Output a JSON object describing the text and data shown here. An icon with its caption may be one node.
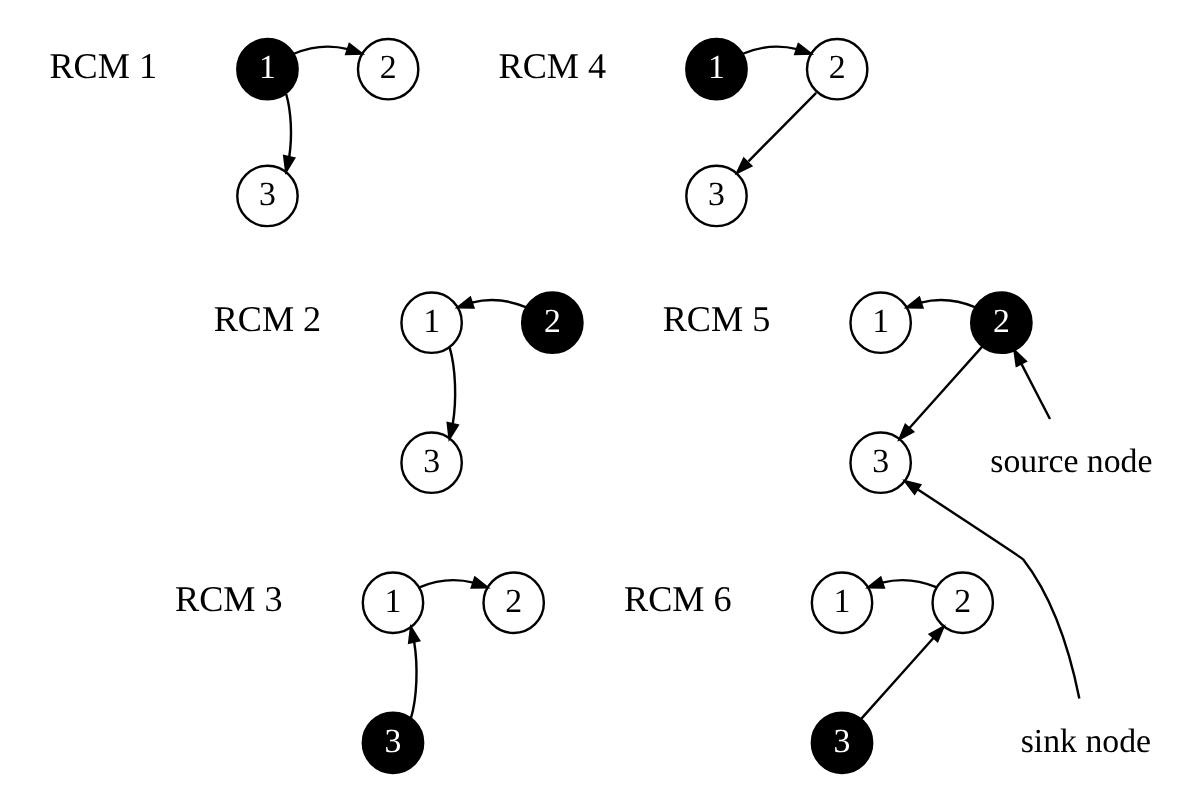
{
  "diagram": {
    "nodes": [
      {
        "text": [
          "1"
        ]
      },
      {
        "text": [
          "2"
        ]
      },
      {
        "text": [
          "3"
        ]
      },
      {
        "text": [
          "1"
        ]
      },
      {
        "text": [
          "2"
        ]
      },
      {
        "text": [
          "3"
        ]
      },
      {
        "text": [
          "1"
        ]
      },
      {
        "text": [
          "2"
        ]
      },
      {
        "text": [
          "3"
        ]
      },
      {
        "text": [
          "1"
        ]
      },
      {
        "text": [
          "2"
        ]
      },
      {
        "text": [
          "3"
        ]
      },
      {
        "text": [
          "source node"
        ]
      },
      {
        "text": [
          "sink node"
        ]
      },
      {
        "text": [
          "1"
        ]
      },
      {
        "text": [
          "2"
        ]
      },
      {
        "text": [
          "3"
        ]
      },
      {
        "text": [
          "1"
        ]
      },
      {
        "text": [
          "2"
        ]
      },
      {
        "text": [
          "3"
        ]
      }
    ],
    "edges": [
      {
        "from": 0,
        "to": 1,
        "arrow": "to"
      },
      {
        "from": 0,
        "to": 2,
        "arrow": "to"
      },
      {
        "from": 3,
        "to": 4,
        "arrow": "to"
      },
      {
        "from": 4,
        "to": 5,
        "arrow": "to"
      },
      {
        "from": 7,
        "to": 6,
        "arrow": "to"
      },
      {
        "from": 6,
        "to": 8,
        "arrow": "to"
      },
      {
        "from": 10,
        "to": 9,
        "arrow": "to"
      },
      {
        "from": 10,
        "to": 11,
        "arrow": "to"
      },
      {
        "from": 12,
        "to": 10,
        "arrow": "to"
      },
      {
        "from": 13,
        "to": 11,
        "arrow": "to"
      },
      {
        "from": 14,
        "to": 15,
        "arrow": "to"
      },
      {
        "from": 16,
        "to": 14,
        "arrow": "to"
      },
      {
        "from": 18,
        "to": 17,
        "arrow": "to"
      },
      {
        "from": 19,
        "to": 18,
        "arrow": "to"
      }
    ],
    "labels": [
      "RCM 1",
      "RCM 4",
      "RCM 2",
      "RCM 5",
      "RCM 3",
      "RCM 6"
    ]
  }
}
